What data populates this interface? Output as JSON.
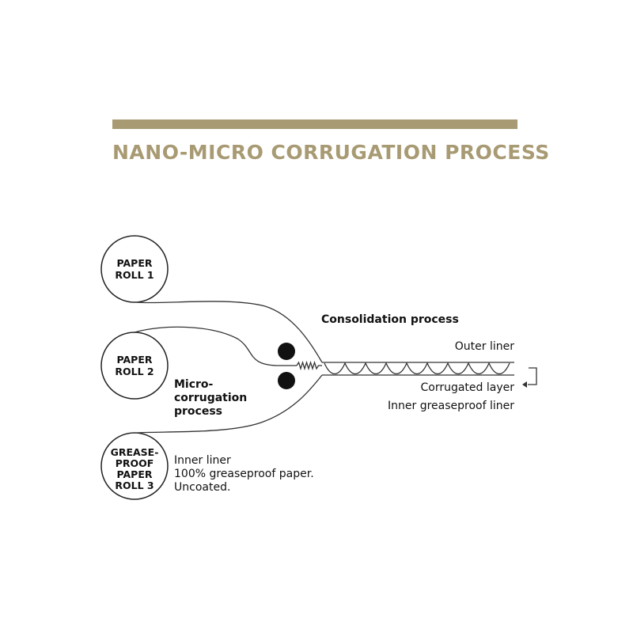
{
  "header": {
    "title": "NANO-MICRO CORRUGATION PROCESS",
    "accent_color": "#a89a73"
  },
  "rolls": [
    {
      "lines": [
        "PAPER",
        "ROLL 1"
      ]
    },
    {
      "lines": [
        "PAPER",
        "ROLL 2"
      ]
    },
    {
      "lines": [
        "GREASE-",
        "PROOF",
        "PAPER",
        "ROLL 3"
      ]
    }
  ],
  "labels": {
    "micro_corrugation": [
      "Micro-",
      "corrugation",
      "process"
    ],
    "inner_liner": [
      "Inner liner",
      "100% greaseproof paper.",
      "Uncoated."
    ],
    "consolidation": "Consolidation process",
    "outer_liner": "Outer liner",
    "corrugated_layer": "Corrugated layer",
    "inner_greaseproof_liner": "Inner greaseproof liner"
  }
}
